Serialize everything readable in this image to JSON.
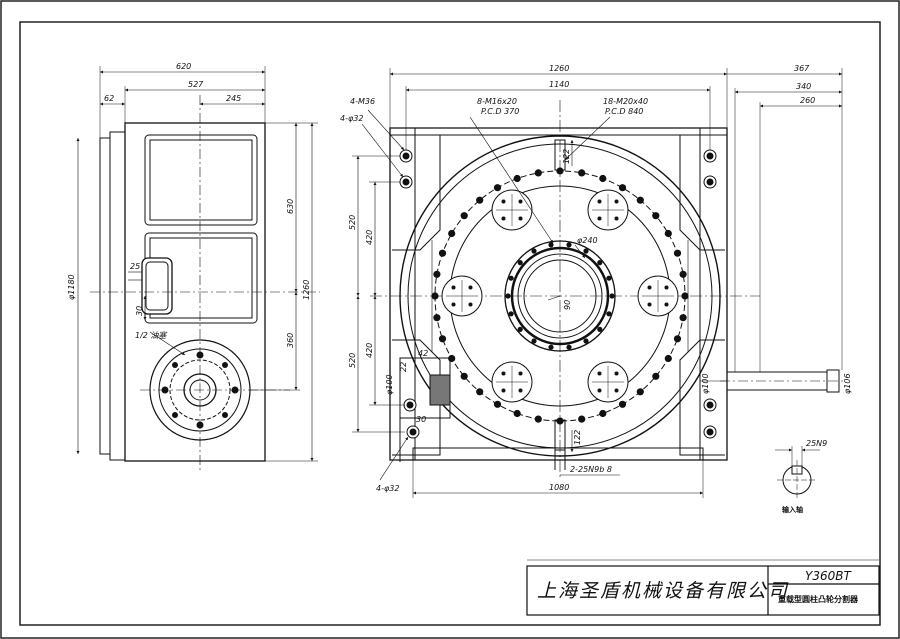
{
  "drawing": {
    "title_block": {
      "company": "上海圣盾机械设备有限公司",
      "model": "Y360BT",
      "product_name": "重载型圆柱凸轮分割器"
    },
    "side_view": {
      "dims": {
        "overall_width": "620",
        "inner_width": "527",
        "offset_245": "245",
        "flange_62": "62",
        "dia_1180": "φ1180",
        "height_1260": "1260",
        "height_630": "630",
        "height_360": "360",
        "shaft_25": "25",
        "shaft_30": "30",
        "oil_plug": "1/2 油塞"
      }
    },
    "front_view": {
      "dims": {
        "width_1260": "1260",
        "width_1140": "1140",
        "width_1080": "1080",
        "side_367": "367",
        "side_340": "340",
        "side_260": "260",
        "h_520_top": "520",
        "h_420_top": "420",
        "h_520_bot": "520",
        "h_420_bot": "420",
        "hole_m36": "4-M36",
        "hole_32_top": "4-φ32",
        "hole_32_bot": "4-φ32",
        "bolt_inner": "8-M16x20",
        "pcd_inner": "P.C.D 370",
        "bolt_outer": "18-M20x40",
        "pcd_outer": "P.C.D 840",
        "bore_240": "φ240",
        "d_90": "90",
        "d_122_top": "122",
        "d_122_bot": "122",
        "key_2_25": "2-25N9b 8",
        "d_42": "42",
        "d_100": "φ100",
        "d_22": "22",
        "d_30": "30",
        "shaft_100": "φ100",
        "shaft_106": "φ106"
      }
    },
    "detail": {
      "key_label": "25N9",
      "caption": "输入轴"
    }
  }
}
